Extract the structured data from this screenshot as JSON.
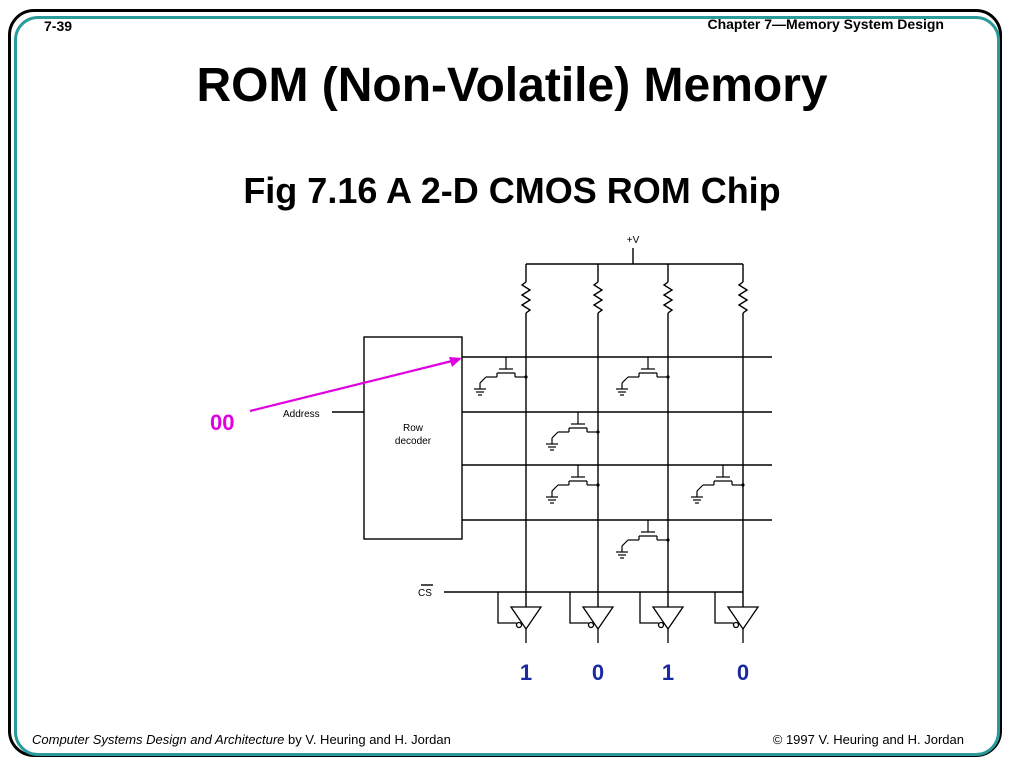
{
  "header": {
    "slide_number": "7-39",
    "chapter": "Chapter 7—Memory System Design"
  },
  "title": "ROM (Non-Volatile) Memory",
  "subtitle": "Fig 7.16   A 2-D CMOS ROM Chip",
  "diagram": {
    "supply_label": "+V",
    "address_label": "Address",
    "address_value": "00",
    "decoder_label_line1": "Row",
    "decoder_label_line2": "decoder",
    "cs_label": "CS",
    "output_bits": [
      "1",
      "0",
      "1",
      "0"
    ],
    "arrow_color": "#e000e0",
    "bit_color": "#1a2aa0"
  },
  "footer": {
    "book_title": "Computer Systems Design and Architecture",
    "authors": " by V. Heuring and H. Jordan",
    "copyright": "© 1997 V. Heuring and H. Jordan"
  }
}
